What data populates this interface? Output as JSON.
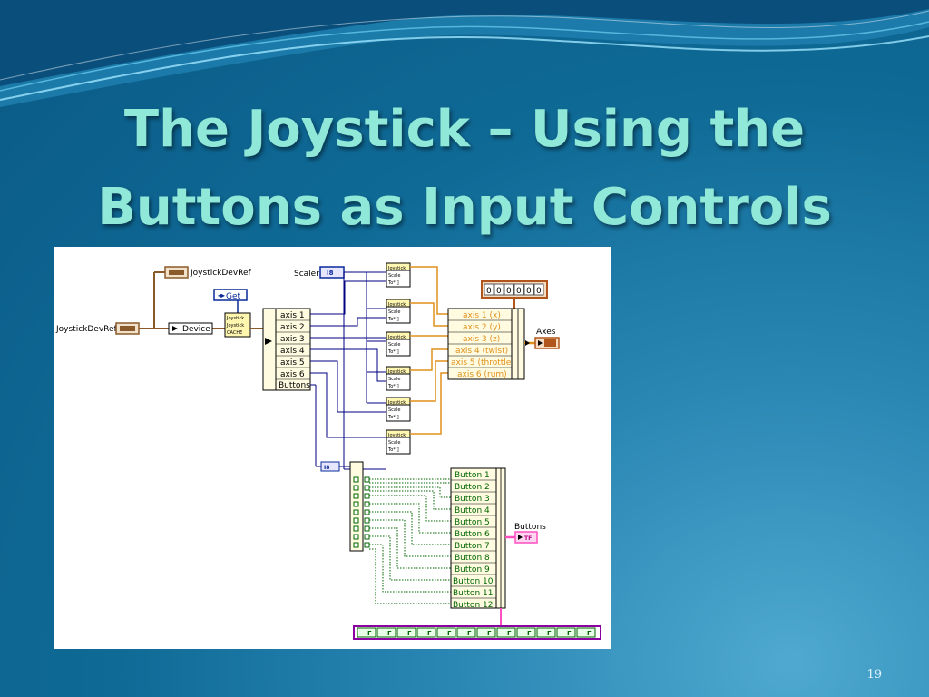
{
  "slide": {
    "title_line1": "The Joystick – Using the",
    "title_line2": "Buttons as Input Controls",
    "page_number": "19"
  },
  "colors": {
    "title": "#8fe8d8",
    "background_dark": "#0a5a85",
    "background_light": "#4fa9d0",
    "refnum_wire": "#8b5a2b",
    "orange_wire": "#e0901c",
    "blue_wire": "#000080",
    "green_wire": "#006600",
    "pink_terminal": "#ff7fd0"
  },
  "diagram": {
    "joystick_dev_ref_in": "JoystickDevRef",
    "joystick_dev_ref_out": "JoystickDevRef",
    "device_label": "Device",
    "get_label": "Get",
    "ref_subvi": [
      "Joystick",
      "Joystick",
      "CACHE"
    ],
    "scaler_label": "Scaler",
    "scaler_value": "I8",
    "axis_inputs": [
      "axis 1",
      "axis 2",
      "axis 3",
      "axis 4",
      "axis 5",
      "axis 6",
      "Buttons"
    ],
    "scale_subvi": [
      "Joystick",
      "Scale",
      "To*[]"
    ],
    "axes_outputs": [
      "axis 1 (x)",
      "axis 2 (y)",
      "axis 3 (z)",
      "axis 4 (twist)",
      "axis 5 (throttle)",
      "axis 6 (rum)"
    ],
    "axes_constant": [
      "0",
      "0",
      "0",
      "0",
      "0",
      "0"
    ],
    "axes_terminal_label": "Axes",
    "buttons_terminal_label": "Buttons",
    "button_outputs": [
      "Button 1",
      "Button 2",
      "Button 3",
      "Button 4",
      "Button 5",
      "Button 6",
      "Button 7",
      "Button 8",
      "Button 9",
      "Button 10",
      "Button 11",
      "Button 12"
    ],
    "bool_constant": [
      "F",
      "F",
      "F",
      "F",
      "F",
      "F",
      "F",
      "F",
      "F",
      "F",
      "F",
      "F"
    ],
    "i8_label": "I8",
    "tf_label": "TF"
  }
}
